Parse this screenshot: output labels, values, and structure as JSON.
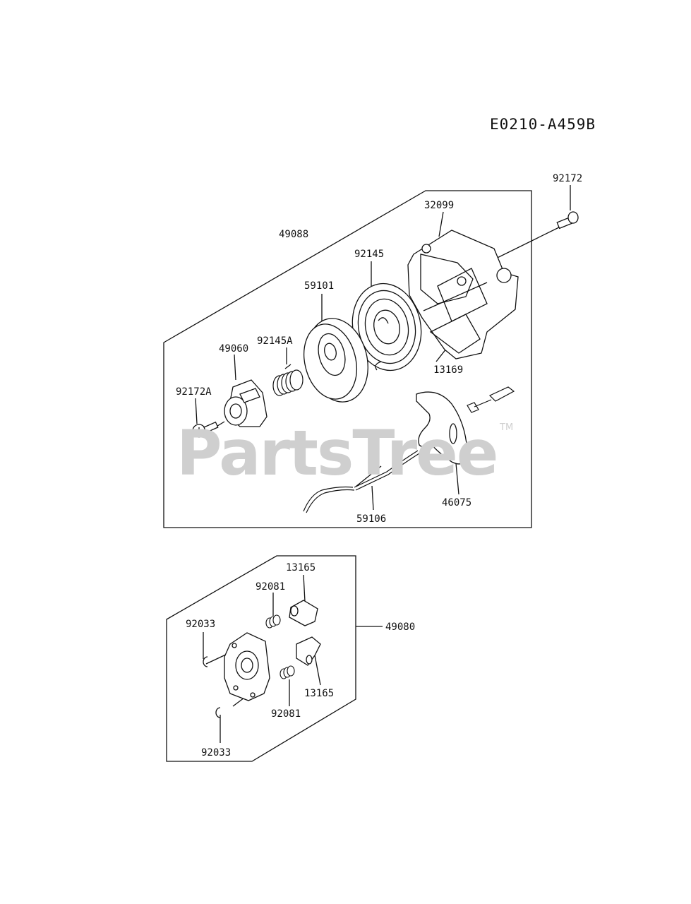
{
  "diagram_code": "E0210-A459B",
  "watermark": {
    "text": "PartsTree",
    "trademark": "TM"
  },
  "labels": {
    "l92172": "92172",
    "l32099": "32099",
    "l49088": "49088",
    "l92145": "92145",
    "l59101": "59101",
    "l92145A": "92145A",
    "l49060": "49060",
    "l13169": "13169",
    "l92172A": "92172A",
    "l46075": "46075",
    "l59106": "59106",
    "l13165a": "13165",
    "l92081a": "92081",
    "l92033a": "92033",
    "l49080": "49080",
    "l13165b": "13165",
    "l92081b": "92081",
    "l92033b": "92033"
  }
}
